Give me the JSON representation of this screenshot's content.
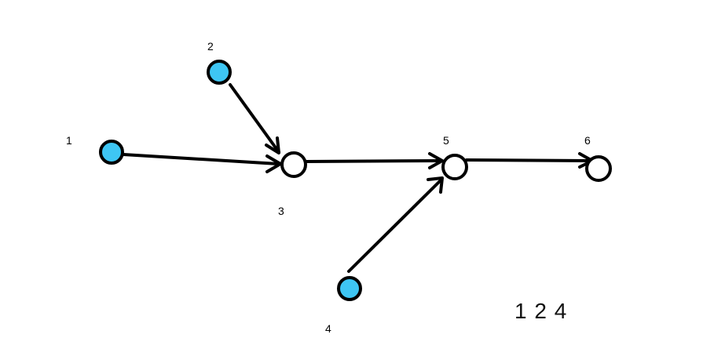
{
  "diagram": {
    "nodes": [
      {
        "id": "1",
        "label": "1",
        "filled": true
      },
      {
        "id": "2",
        "label": "2",
        "filled": true
      },
      {
        "id": "3",
        "label": "3",
        "filled": false
      },
      {
        "id": "4",
        "label": "4",
        "filled": true
      },
      {
        "id": "5",
        "label": "5",
        "filled": false
      },
      {
        "id": "6",
        "label": "6",
        "filled": false
      }
    ],
    "edges": [
      {
        "from": "1",
        "to": "3"
      },
      {
        "from": "2",
        "to": "3"
      },
      {
        "from": "3",
        "to": "5"
      },
      {
        "from": "4",
        "to": "5"
      },
      {
        "from": "5",
        "to": "6"
      }
    ],
    "order_text": "1 2 4"
  },
  "colors": {
    "stroke": "#000000",
    "fill_source": "#3ec6f4",
    "fill_other": "#ffffff"
  }
}
